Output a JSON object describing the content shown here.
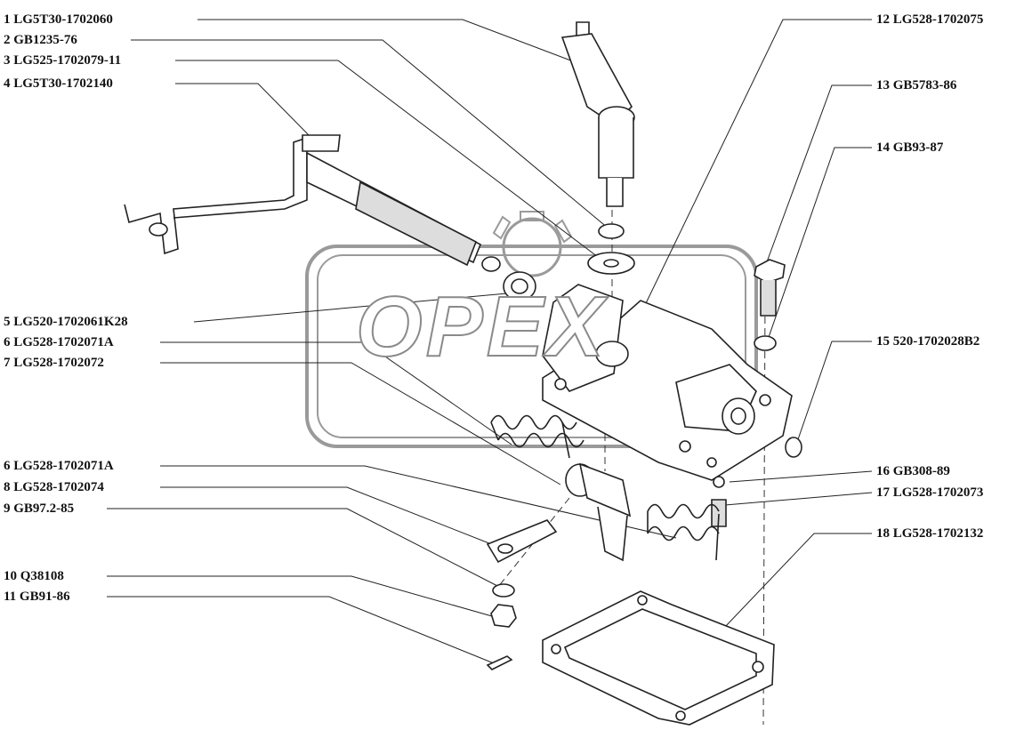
{
  "watermark": "OPEX",
  "labels_left": [
    "1 LG5T30-1702060",
    "2 GB1235-76",
    "3 LG525-1702079-11",
    "4 LG5T30-1702140",
    "5 LG520-1702061K28",
    "6 LG528-1702071A",
    "7 LG528-1702072",
    "6 LG528-1702071A",
    "8 LG528-1702074",
    "9 GB97.2-85",
    "10 Q38108",
    "11 GB91-86"
  ],
  "labels_right": [
    "12 LG528-1702075",
    "13 GB5783-86",
    "14 GB93-87",
    "15 520-1702028B2",
    "16 GB308-89",
    "17 LG528-1702073",
    "18 LG528-1702132"
  ]
}
